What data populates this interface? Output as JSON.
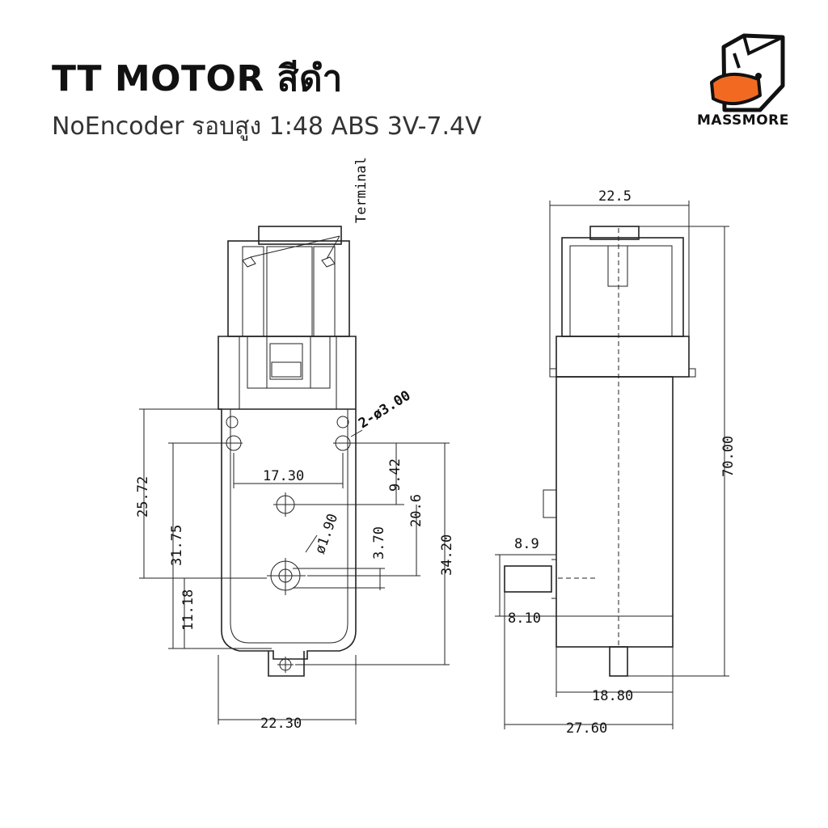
{
  "header": {
    "title": "TT MOTOR สีดำ",
    "subtitle": "NoEncoder รอบสูง 1:48 ABS 3V-7.4V"
  },
  "brand": {
    "name": "MASSMORE",
    "accent": "#f26a21"
  },
  "front_view": {
    "terminal_label": "Terminal",
    "hole_label": "2-ø3.00",
    "dim_17_30": "17.30",
    "dim_9_42": "9.42",
    "dim_20_6": "20.6",
    "dim_25_72": "25.72",
    "dim_31_75": "31.75",
    "dim_11_18": "11.18",
    "dim_1_90": "ø1.90",
    "dim_3_70": "3.70",
    "dim_34_20": "34.20",
    "dim_22_30": "22.30"
  },
  "side_view": {
    "dim_22_5": "22.5",
    "dim_70_00": "70.00",
    "dim_8_9": "8.9",
    "dim_8_10": "8.10",
    "dim_18_80": "18.80",
    "dim_27_60": "27.60"
  }
}
